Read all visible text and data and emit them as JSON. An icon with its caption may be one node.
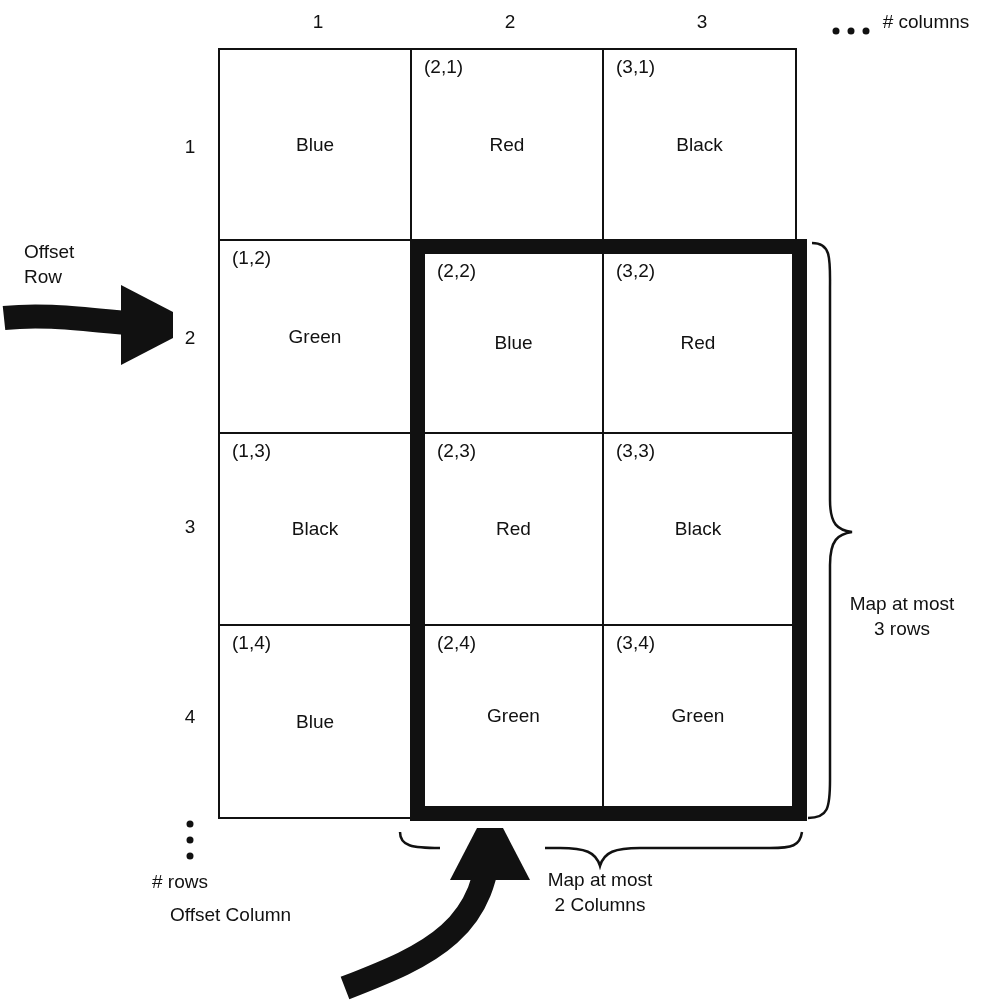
{
  "diagram": {
    "nodes": [
      {
        "text": [
          "Blue"
        ]
      },
      {
        "text": [
          "(2,1)",
          "Red"
        ]
      },
      {
        "text": [
          "(3,1)",
          "Black"
        ]
      },
      {
        "text": [
          "(1,2)",
          "Green"
        ]
      },
      {
        "text": [],
        "shape": "box"
      },
      {
        "text": [
          "(2,2)",
          "Blue"
        ],
        "in": 4
      },
      {
        "text": [
          "(3,2)",
          "Red"
        ],
        "in": 4
      },
      {
        "text": [
          "(1,3)",
          "Black"
        ]
      },
      {
        "text": [
          "(2,3)",
          "Red"
        ],
        "in": 4
      },
      {
        "text": [
          "(3,3)",
          "Black"
        ],
        "in": 4
      },
      {
        "text": [
          "(1,4)",
          "Blue"
        ]
      },
      {
        "text": [
          "(2,4)",
          "Green"
        ],
        "in": 4
      },
      {
        "text": [
          "(3,4)",
          "Green"
        ],
        "in": 4
      },
      {
        "text": [
          "2"
        ]
      }
    ],
    "edges": [
      {
        "from": null,
        "to": 13,
        "arrow": "to",
        "label": "Offset Row"
      },
      {
        "from": null,
        "to": 4,
        "arrow": "to",
        "label": "Offset Column"
      }
    ],
    "labels": [
      "1",
      "2",
      "3",
      "# columns",
      "1",
      "3",
      "4",
      "Map at most 3 rows",
      "# rows",
      "Map at most 2 Columns"
    ]
  }
}
